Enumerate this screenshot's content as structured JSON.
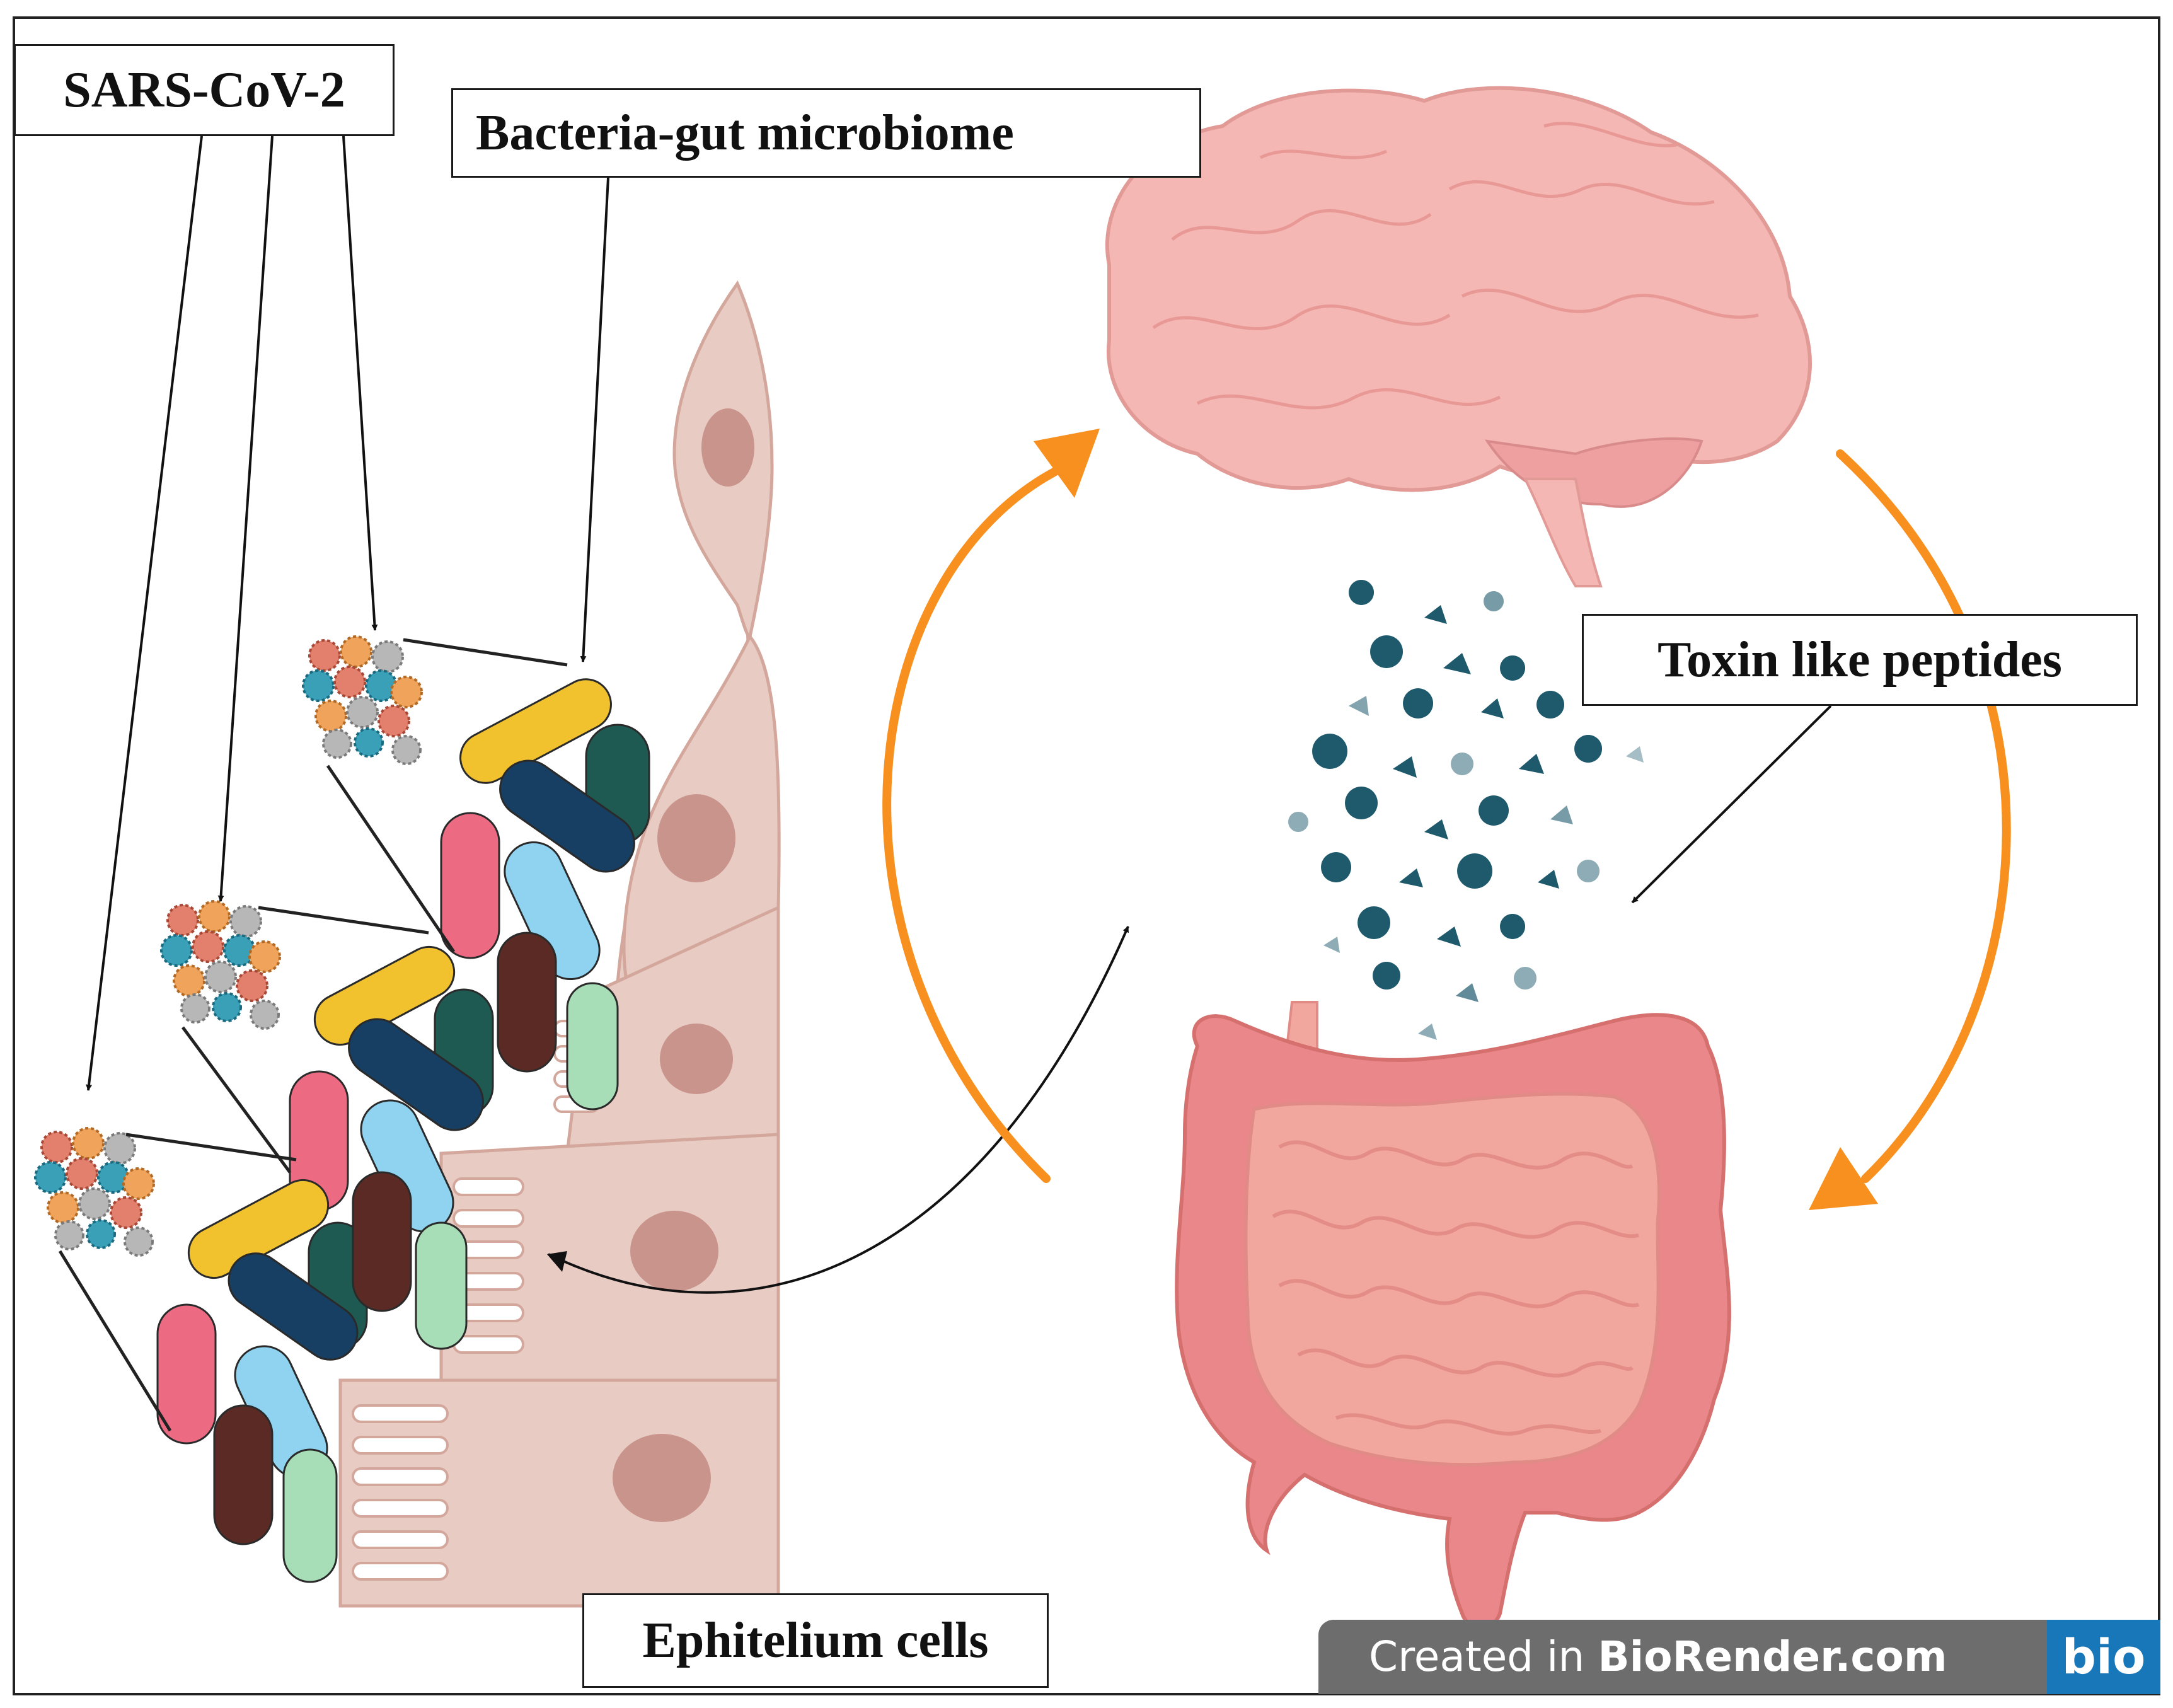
{
  "labels": {
    "sars": "SARS-CoV-2",
    "bacteria": "Bacteria-gut microbiome",
    "toxin": "Toxin like peptides",
    "epithelium": "Ephitelium cells"
  },
  "watermark": {
    "prefix": "Created in ",
    "brand": "BioRender.com",
    "logo": "bio"
  },
  "colors": {
    "arrow_orange": "#F7901E",
    "brain_pink": "#F4B7B4",
    "intestine_pink": "#E9878A",
    "cell_tan": "#E8CBC3",
    "nucleus": "#C9948C",
    "toxin_teal": "#1E5A6C",
    "bacteria_yellow": "#F2C12E",
    "bacteria_navy": "#173F63",
    "bacteria_darkgreen": "#1F5A52",
    "bacteria_pink": "#EC6B83",
    "bacteria_lightblue": "#8FD3F1",
    "bacteria_brown": "#5B2A25",
    "bacteria_mint": "#A7DEB7"
  },
  "icons": [
    "brain-icon",
    "intestine-icon",
    "virus-icon",
    "bacteria-icon",
    "epithelial-cell-icon",
    "toxin-peptide-icon"
  ]
}
